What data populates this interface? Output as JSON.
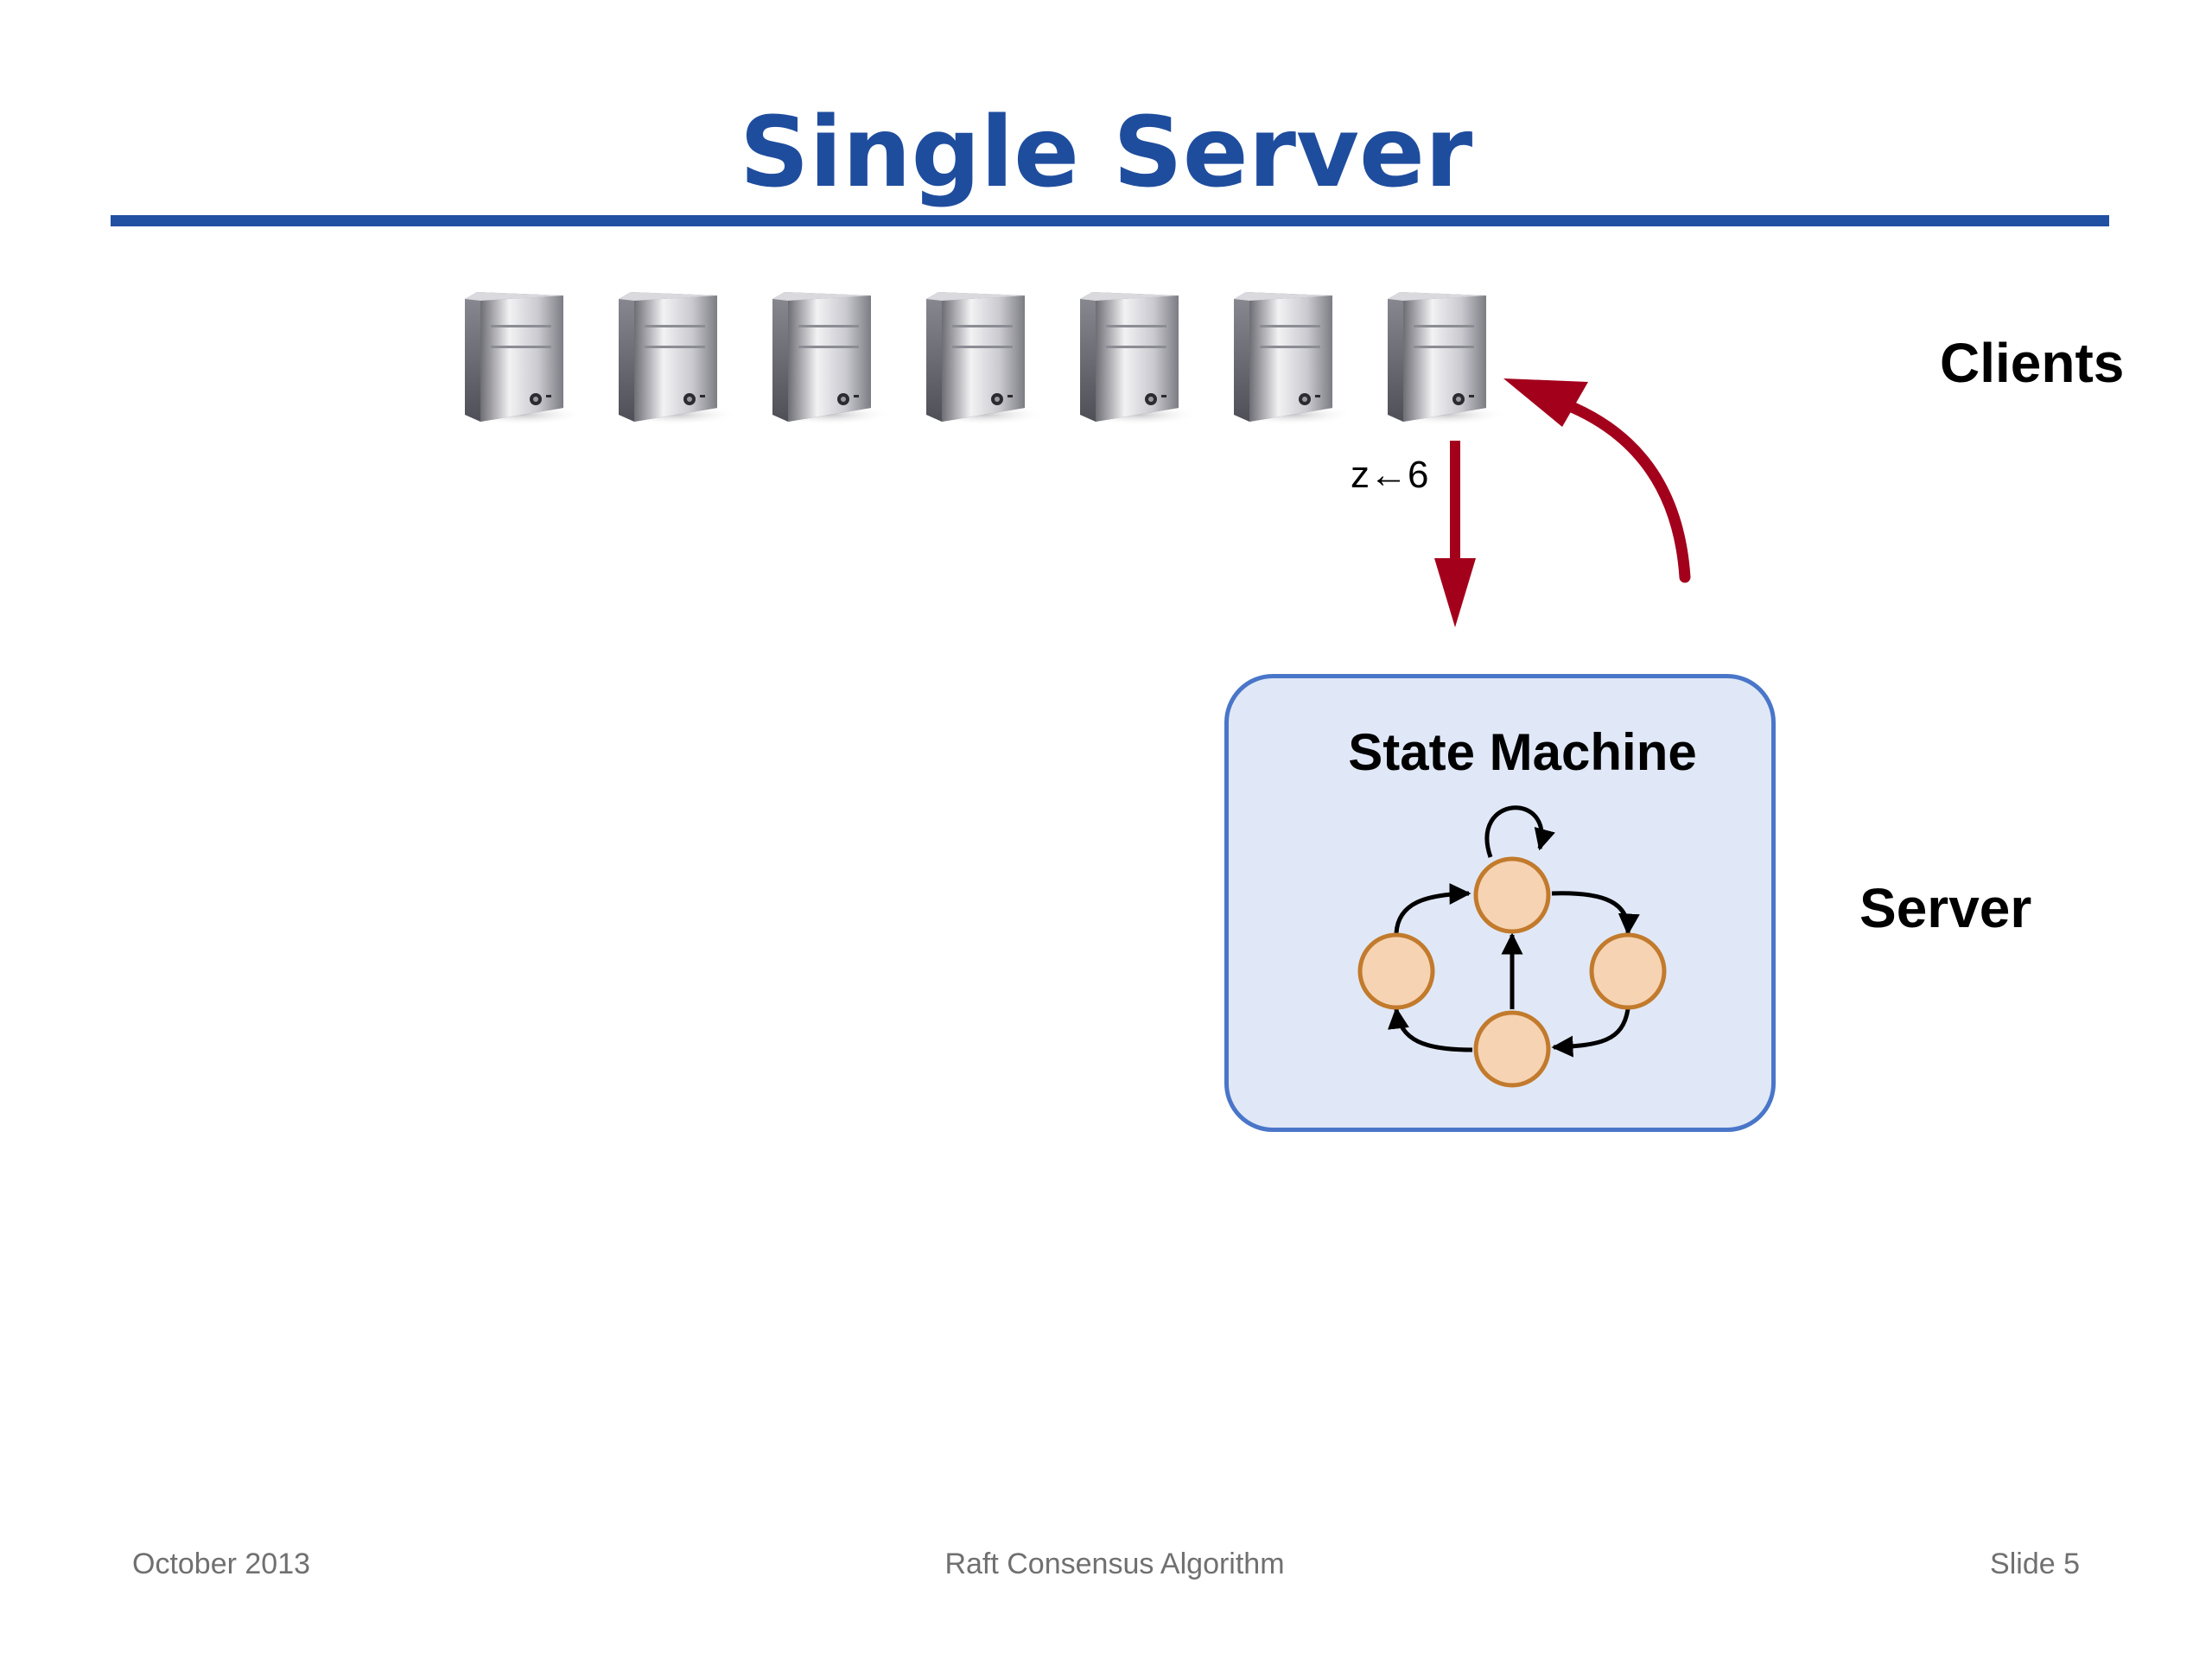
{
  "slide": {
    "title": "Single Server",
    "clients_label": "Clients",
    "server_label": "Server",
    "command_label": "z←6",
    "state_machine_title": "State Machine"
  },
  "clients": [
    {
      "icon": "server-tower-icon"
    },
    {
      "icon": "server-tower-icon"
    },
    {
      "icon": "server-tower-icon"
    },
    {
      "icon": "server-tower-icon"
    },
    {
      "icon": "server-tower-icon"
    },
    {
      "icon": "server-tower-icon"
    },
    {
      "icon": "server-tower-icon"
    }
  ],
  "colors": {
    "title": "#1f4d9e",
    "rule": "#2150a3",
    "arrow": "#a3001c",
    "state_box_fill": "#e0e8f7",
    "state_box_border": "#4a76c9",
    "state_node_fill": "#f6d3b3",
    "state_node_border": "#c27a2c",
    "footer_text": "#707070"
  },
  "footer": {
    "date": "October 2013",
    "center": "Raft Consensus Algorithm",
    "slide_number": "Slide 5"
  }
}
